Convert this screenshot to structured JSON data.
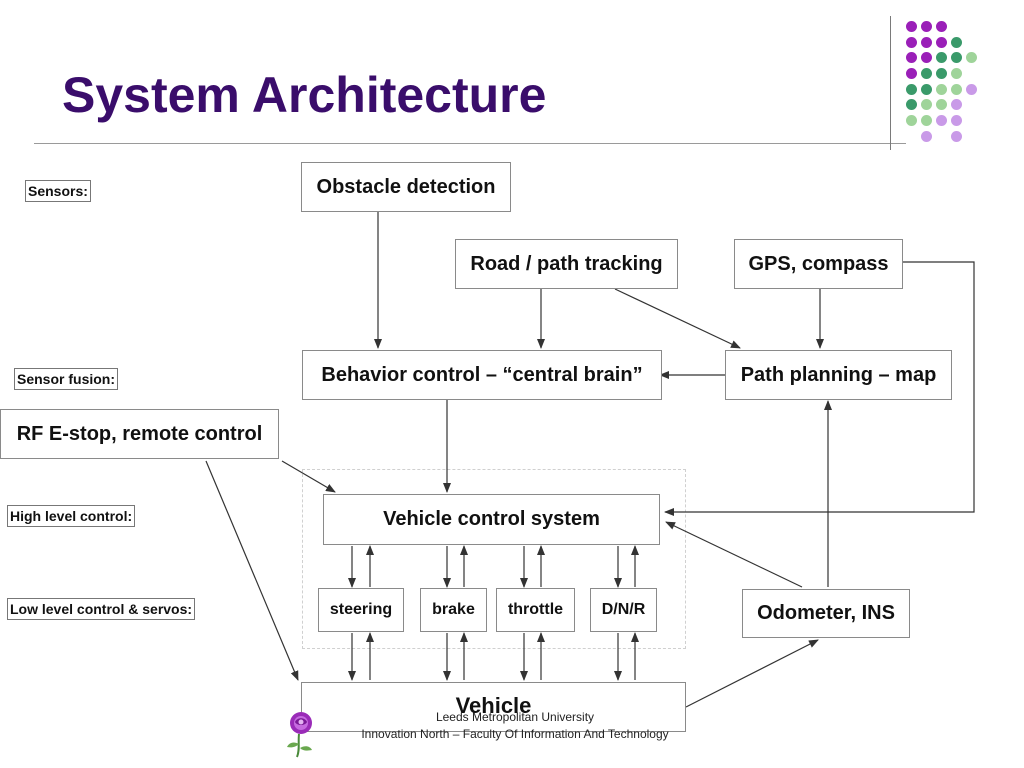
{
  "slide": {
    "title": "System Architecture",
    "accent_colors": {
      "title": "#3a0d6b",
      "purple": "#9a1fb8",
      "green": "#3a9a6a",
      "light_green": "#9fd49a",
      "lavender": "#c99ae8"
    }
  },
  "levels": {
    "sensors": "Sensors:",
    "sensor_fusion": "Sensor fusion:",
    "high_level": "High level control:",
    "low_level": "Low level control & servos:"
  },
  "blocks": {
    "obstacle": "Obstacle detection",
    "road": "Road / path tracking",
    "gps": "GPS, compass",
    "behavior": "Behavior control – “central brain”",
    "path_planning": "Path planning – map",
    "rf": "RF E-stop, remote control",
    "vcs": "Vehicle control system",
    "steering": "steering",
    "brake": "brake",
    "throttle": "throttle",
    "dnr": "D/N/R",
    "odometer": "Odometer, INS",
    "vehicle": "Vehicle"
  },
  "footer": {
    "line1": "Leeds Metropolitan University",
    "line2": "Innovation North – Faculty Of Information And Technology"
  }
}
